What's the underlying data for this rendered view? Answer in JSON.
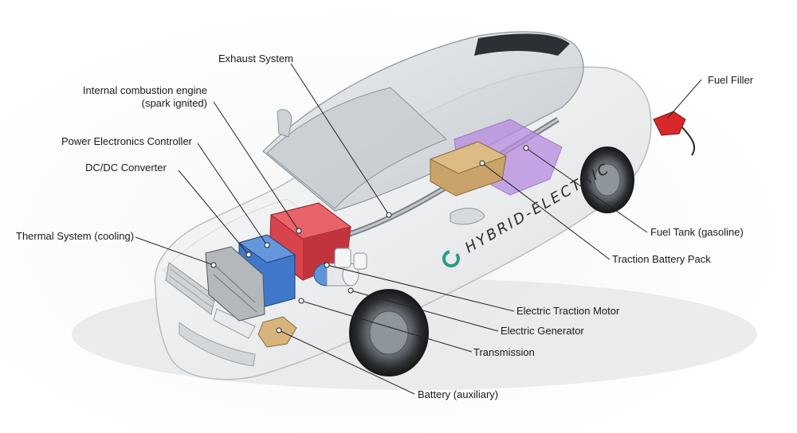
{
  "labels": {
    "exhaust": "Exhaust System",
    "engine_line1": "Internal combustion engine",
    "engine_line2": "(spark ignited)",
    "power_electronics": "Power Electronics Controller",
    "dcdc": "DC/DC Converter",
    "thermal": "Thermal System (cooling)",
    "fuel_filler": "Fuel Filler",
    "fuel_tank": "Fuel Tank (gasoline)",
    "traction_battery": "Traction Battery Pack",
    "traction_motor": "Electric Traction Motor",
    "generator": "Electric Generator",
    "transmission": "Transmission",
    "aux_battery": "Battery (auxiliary)"
  },
  "car_badge": "HYBRID-ELECTRIC",
  "colors": {
    "engine": "#d9434b",
    "dcdc": "#3f78c9",
    "battery_pack": "#c9a36a",
    "fuel_tank": "#b78be0",
    "fuel_nozzle": "#d8282c",
    "leader_line": "#222222",
    "badge_c": "#2a9a8a"
  }
}
